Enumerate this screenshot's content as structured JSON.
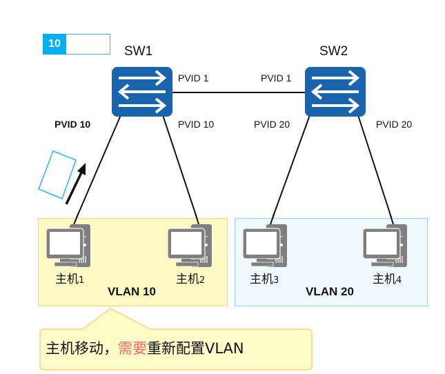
{
  "frame_tag": {
    "vlan_number": "10"
  },
  "switches": [
    {
      "id": "sw1",
      "label": "SW1"
    },
    {
      "id": "sw2",
      "label": "SW2"
    }
  ],
  "ports": {
    "sw1_trunk": "PVID 1",
    "sw2_trunk": "PVID 1",
    "sw1_left": "PVID 10",
    "sw1_right": "PVID 10",
    "sw2_left": "PVID 20",
    "sw2_right": "PVID 20"
  },
  "vlans": [
    {
      "label": "VLAN 10",
      "color": "#fff9c4",
      "border": "#ffd180"
    },
    {
      "label": "VLAN 20",
      "color": "#f0f9fd",
      "border": "#90d7f0"
    }
  ],
  "hosts": [
    {
      "name": "主机",
      "num": "1"
    },
    {
      "name": "主机",
      "num": "2"
    },
    {
      "name": "主机",
      "num": "3"
    },
    {
      "name": "主机",
      "num": "4"
    }
  ],
  "callout": {
    "prefix": "主机移动，",
    "highlight": "需要",
    "suffix": "重新配置VLAN",
    "highlight_color": "#ef6b67"
  },
  "colors": {
    "switch_blue": "#1a64ad",
    "tag_blue": "#00b0f0",
    "host_gray": "#7f7f7f"
  }
}
